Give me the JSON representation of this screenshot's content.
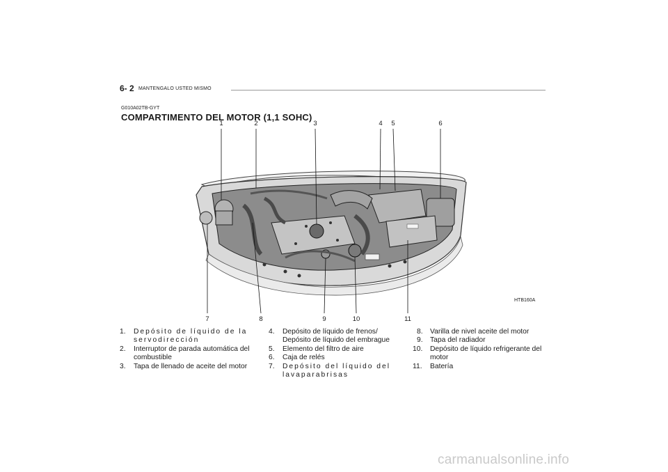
{
  "header": {
    "page_number": "6- 2",
    "section": "MANTENGALO USTED MISMO"
  },
  "doc": {
    "code": "G010A02TB-GYT",
    "title": "COMPARTIMENTO DEL MOTOR (1,1 SOHC)"
  },
  "figure": {
    "code": "HTB160A",
    "callouts_top": [
      "1",
      "2",
      "3",
      "4",
      "5",
      "6"
    ],
    "callouts_bottom": [
      "7",
      "8",
      "9",
      "10",
      "11"
    ]
  },
  "legend": {
    "col1": [
      {
        "num": "1.",
        "text": "Depósito de líquido de la servodirección"
      },
      {
        "num": "2.",
        "text": "Interruptor de parada automática del combustible"
      },
      {
        "num": "3.",
        "text": "Tapa de llenado de aceite del motor"
      }
    ],
    "col2": [
      {
        "num": "4.",
        "text": "Depósito de líquido de frenos/ Depósito de líquido del embrague"
      },
      {
        "num": "5.",
        "text": "Elemento del filtro de aire"
      },
      {
        "num": "6.",
        "text": "Caja de relés"
      },
      {
        "num": "7.",
        "text": "Depósito del líquido del lavaparabrisas"
      }
    ],
    "col3": [
      {
        "num": "8.",
        "text": "Varilla de nivel aceite del motor"
      },
      {
        "num": "9.",
        "text": "Tapa del radiador"
      },
      {
        "num": "10.",
        "text": "Depósito de líquido refrigerante del motor"
      },
      {
        "num": "11.",
        "text": "Batería"
      }
    ]
  },
  "watermark": "carmanualsonline.info"
}
